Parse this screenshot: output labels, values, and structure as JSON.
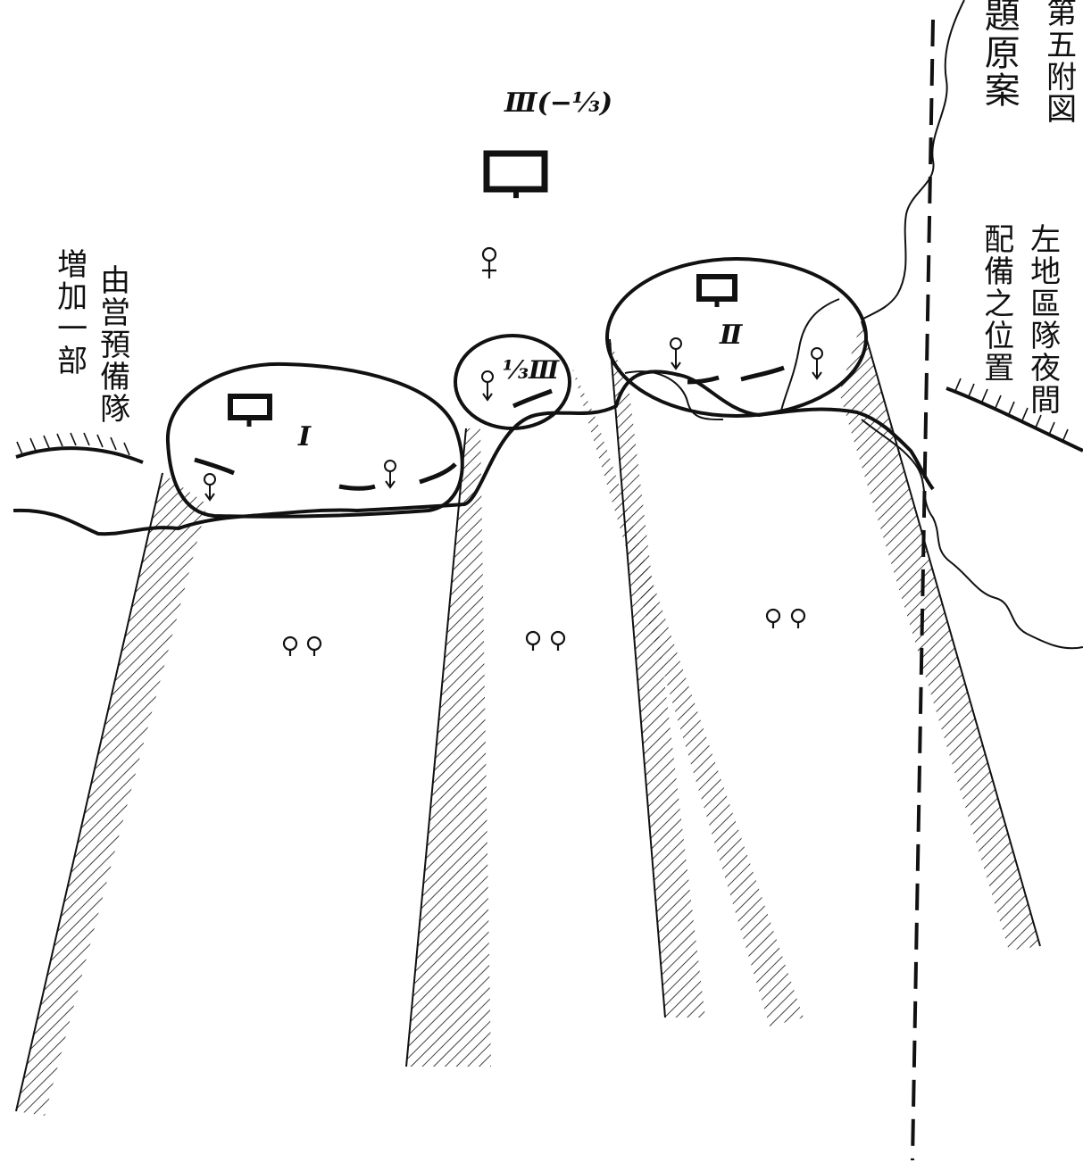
{
  "title_vertical": {
    "col1": "第五附図",
    "col2": "題原案"
  },
  "left_annotation": {
    "col1": "由営預備隊",
    "col2": "増加一部"
  },
  "right_annotation": {
    "col1": "左地區隊夜間",
    "col2": "配備之位置"
  },
  "units": {
    "top": "Ⅲ(−⅓)",
    "left": "Ⅰ",
    "middle": "⅓Ⅲ",
    "right": "Ⅱ"
  },
  "colors": {
    "ink": "#111111",
    "paper": "#ffffff"
  }
}
